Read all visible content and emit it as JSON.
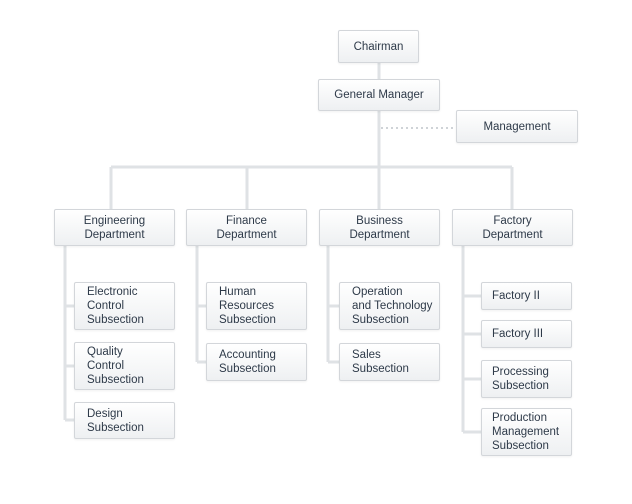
{
  "top": {
    "chairman": "Chairman",
    "general_manager": "General Manager",
    "management": "Management"
  },
  "departments": [
    {
      "name": "Engineering\nDepartment",
      "subsections": [
        "Electronic\nControl\nSubsection",
        "Quality\nControl\nSubsection",
        "Design\nSubsection"
      ]
    },
    {
      "name": "Finance\nDepartment",
      "subsections": [
        "Human\nResources\nSubsection",
        "Accounting\nSubsection"
      ]
    },
    {
      "name": "Business\nDepartment",
      "subsections": [
        "Operation\nand Technology\nSubsection",
        "Sales\nSubsection"
      ]
    },
    {
      "name": "Factory\nDepartment",
      "subsections": [
        "Factory II",
        "Factory III",
        "Processing\nSubsection",
        "Production\nManagement\nSubsection"
      ]
    }
  ],
  "colors": {
    "connector": "#dfe2e5",
    "box_border": "#d3d6da",
    "text": "#2e3a49"
  }
}
